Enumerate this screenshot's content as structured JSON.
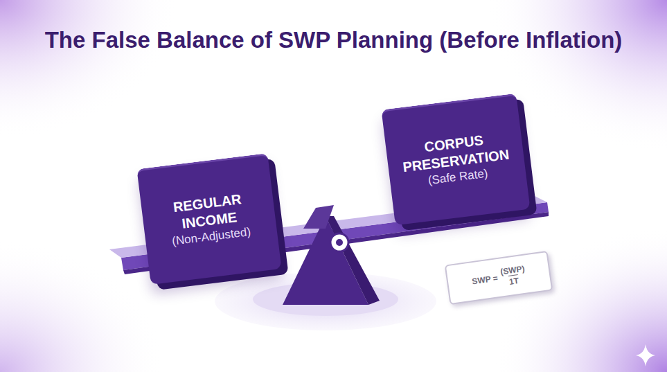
{
  "diagram": {
    "title": "The False Balance of SWP Planning (Before Inflation)",
    "nodes": [
      {
        "text": [
          "REGULAR INCOME",
          "(Non-Adjusted)"
        ]
      },
      {
        "text": [
          "CORPUS PRESERVATION",
          "(Safe Rate)"
        ]
      },
      {
        "text": [
          "SWP =",
          "(SWP)",
          "1T"
        ]
      }
    ]
  }
}
